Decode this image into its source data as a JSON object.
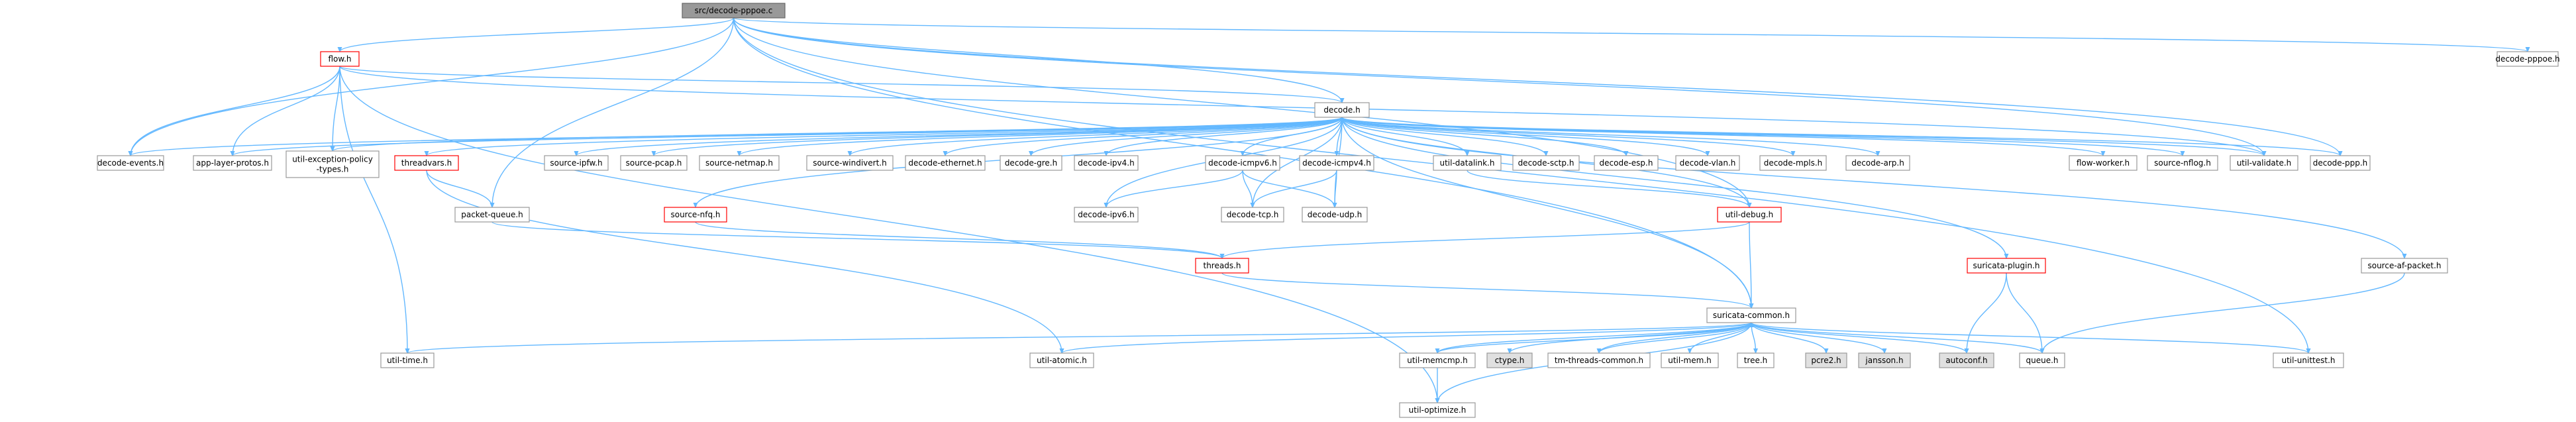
{
  "graph": {
    "nodes": [
      {
        "id": "root",
        "label": "src/decode-pppoe.c",
        "style": "root"
      },
      {
        "id": "decode-pppoe",
        "label": "decode-pppoe.h"
      },
      {
        "id": "flow",
        "label": "flow.h",
        "style": "red"
      },
      {
        "id": "decode",
        "label": "decode.h"
      },
      {
        "id": "decode-events",
        "label": "decode-events.h"
      },
      {
        "id": "app-layer-protos",
        "label": "app-layer-protos.h"
      },
      {
        "id": "util-exception-policy-types",
        "label": [
          "util-exception-policy",
          "-types.h"
        ]
      },
      {
        "id": "threadvars",
        "label": "threadvars.h",
        "style": "red"
      },
      {
        "id": "source-ipfw",
        "label": "source-ipfw.h"
      },
      {
        "id": "source-pcap",
        "label": "source-pcap.h"
      },
      {
        "id": "source-netmap",
        "label": "source-netmap.h"
      },
      {
        "id": "source-windivert",
        "label": "source-windivert.h"
      },
      {
        "id": "decode-ethernet",
        "label": "decode-ethernet.h"
      },
      {
        "id": "decode-gre",
        "label": "decode-gre.h"
      },
      {
        "id": "decode-ipv4",
        "label": "decode-ipv4.h"
      },
      {
        "id": "decode-icmpv6",
        "label": "decode-icmpv6.h"
      },
      {
        "id": "decode-icmpv4",
        "label": "decode-icmpv4.h"
      },
      {
        "id": "util-datalink",
        "label": "util-datalink.h"
      },
      {
        "id": "decode-sctp",
        "label": "decode-sctp.h"
      },
      {
        "id": "decode-esp",
        "label": "decode-esp.h"
      },
      {
        "id": "decode-vlan",
        "label": "decode-vlan.h"
      },
      {
        "id": "decode-mpls",
        "label": "decode-mpls.h"
      },
      {
        "id": "decode-arp",
        "label": "decode-arp.h"
      },
      {
        "id": "flow-worker",
        "label": "flow-worker.h"
      },
      {
        "id": "source-nflog",
        "label": "source-nflog.h"
      },
      {
        "id": "util-validate",
        "label": "util-validate.h"
      },
      {
        "id": "decode-ppp",
        "label": "decode-ppp.h"
      },
      {
        "id": "packet-queue",
        "label": "packet-queue.h"
      },
      {
        "id": "source-nfq",
        "label": "source-nfq.h",
        "style": "red"
      },
      {
        "id": "decode-ipv6",
        "label": "decode-ipv6.h"
      },
      {
        "id": "decode-tcp",
        "label": "decode-tcp.h"
      },
      {
        "id": "decode-udp",
        "label": "decode-udp.h"
      },
      {
        "id": "util-debug",
        "label": "util-debug.h",
        "style": "red"
      },
      {
        "id": "threads",
        "label": "threads.h",
        "style": "red"
      },
      {
        "id": "source-af-packet",
        "label": "source-af-packet.h"
      },
      {
        "id": "suricata-plugin",
        "label": "suricata-plugin.h",
        "style": "red"
      },
      {
        "id": "suricata-common",
        "label": "suricata-common.h"
      },
      {
        "id": "util-time",
        "label": "util-time.h"
      },
      {
        "id": "util-atomic",
        "label": "util-atomic.h"
      },
      {
        "id": "util-memcmp",
        "label": "util-memcmp.h"
      },
      {
        "id": "ctype",
        "label": "ctype.h",
        "style": "sys"
      },
      {
        "id": "tm-threads-common",
        "label": "tm-threads-common.h"
      },
      {
        "id": "util-mem",
        "label": "util-mem.h"
      },
      {
        "id": "tree",
        "label": "tree.h"
      },
      {
        "id": "pcre2",
        "label": "pcre2.h",
        "style": "sys"
      },
      {
        "id": "jansson",
        "label": "jansson.h",
        "style": "sys"
      },
      {
        "id": "autoconf",
        "label": "autoconf.h",
        "style": "sys"
      },
      {
        "id": "queue",
        "label": "queue.h"
      },
      {
        "id": "util-unittest",
        "label": "util-unittest.h"
      },
      {
        "id": "util-optimize",
        "label": "util-optimize.h"
      }
    ],
    "edges": [
      [
        "root",
        "decode-pppoe"
      ],
      [
        "root",
        "flow"
      ],
      [
        "root",
        "decode"
      ],
      [
        "root",
        "decode-events"
      ],
      [
        "root",
        "packet-queue"
      ],
      [
        "root",
        "util-validate"
      ],
      [
        "root",
        "decode-ppp"
      ],
      [
        "root",
        "util-debug"
      ],
      [
        "root",
        "suricata-common"
      ],
      [
        "root",
        "util-unittest"
      ],
      [
        "flow",
        "decode"
      ],
      [
        "flow",
        "decode-events"
      ],
      [
        "flow",
        "app-layer-protos"
      ],
      [
        "flow",
        "util-exception-policy-types"
      ],
      [
        "flow",
        "util-optimize"
      ],
      [
        "flow",
        "util-time"
      ],
      [
        "flow",
        "util-validate"
      ],
      [
        "decode",
        "decode-events"
      ],
      [
        "decode",
        "app-layer-protos"
      ],
      [
        "decode",
        "util-exception-policy-types"
      ],
      [
        "decode",
        "threadvars"
      ],
      [
        "decode",
        "source-ipfw"
      ],
      [
        "decode",
        "source-pcap"
      ],
      [
        "decode",
        "source-netmap"
      ],
      [
        "decode",
        "source-windivert"
      ],
      [
        "decode",
        "decode-ethernet"
      ],
      [
        "decode",
        "decode-gre"
      ],
      [
        "decode",
        "decode-ipv4"
      ],
      [
        "decode",
        "decode-icmpv6"
      ],
      [
        "decode",
        "decode-icmpv4"
      ],
      [
        "decode",
        "util-datalink"
      ],
      [
        "decode",
        "decode-sctp"
      ],
      [
        "decode",
        "decode-esp"
      ],
      [
        "decode",
        "decode-vlan"
      ],
      [
        "decode",
        "decode-mpls"
      ],
      [
        "decode",
        "decode-arp"
      ],
      [
        "decode",
        "flow-worker"
      ],
      [
        "decode",
        "source-nflog"
      ],
      [
        "decode",
        "util-validate"
      ],
      [
        "decode",
        "decode-ppp"
      ],
      [
        "decode",
        "source-nfq"
      ],
      [
        "decode",
        "decode-ipv6"
      ],
      [
        "decode",
        "decode-tcp"
      ],
      [
        "decode",
        "decode-udp"
      ],
      [
        "decode",
        "util-debug"
      ],
      [
        "decode",
        "source-af-packet"
      ],
      [
        "decode",
        "suricata-plugin"
      ],
      [
        "decode",
        "suricata-common"
      ],
      [
        "threadvars",
        "packet-queue"
      ],
      [
        "threadvars",
        "util-atomic"
      ],
      [
        "decode-icmpv6",
        "decode-ipv6"
      ],
      [
        "decode-icmpv6",
        "decode-tcp"
      ],
      [
        "decode-icmpv6",
        "decode-udp"
      ],
      [
        "decode-icmpv4",
        "decode-tcp"
      ],
      [
        "decode-icmpv4",
        "decode-udp"
      ],
      [
        "util-datalink",
        "util-debug"
      ],
      [
        "packet-queue",
        "threads"
      ],
      [
        "source-nfq",
        "threads"
      ],
      [
        "util-debug",
        "threads"
      ],
      [
        "util-debug",
        "suricata-common"
      ],
      [
        "threads",
        "suricata-common"
      ],
      [
        "source-af-packet",
        "queue"
      ],
      [
        "suricata-plugin",
        "autoconf"
      ],
      [
        "suricata-plugin",
        "queue"
      ],
      [
        "suricata-common",
        "util-time"
      ],
      [
        "suricata-common",
        "util-atomic"
      ],
      [
        "suricata-common",
        "util-memcmp"
      ],
      [
        "suricata-common",
        "ctype"
      ],
      [
        "suricata-common",
        "tm-threads-common"
      ],
      [
        "suricata-common",
        "util-mem"
      ],
      [
        "suricata-common",
        "tree"
      ],
      [
        "suricata-common",
        "pcre2"
      ],
      [
        "suricata-common",
        "jansson"
      ],
      [
        "suricata-common",
        "autoconf"
      ],
      [
        "suricata-common",
        "queue"
      ],
      [
        "suricata-common",
        "util-unittest"
      ],
      [
        "suricata-common",
        "util-optimize"
      ],
      [
        "util-memcmp",
        "util-optimize"
      ],
      [
        "util-memcmp",
        "suricata-common"
      ],
      [
        "tm-threads-common",
        "suricata-common"
      ]
    ]
  }
}
